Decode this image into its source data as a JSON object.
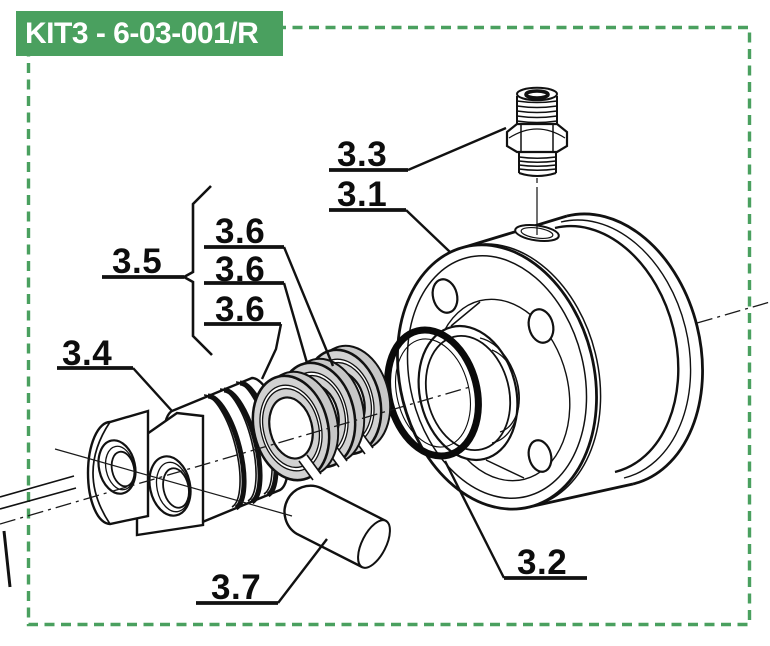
{
  "title_badge": {
    "text": "KIT3 - 6-03-001/R"
  },
  "colors": {
    "accent_green": "#4aa05f",
    "line_black": "#111111",
    "ring_gray": "#d2d2d2"
  },
  "part_labels": [
    {
      "text": "3.3"
    },
    {
      "text": "3.1"
    },
    {
      "text": "3.5"
    },
    {
      "text": "3.6"
    },
    {
      "text": "3.6"
    },
    {
      "text": "3.6"
    },
    {
      "text": "3.4"
    },
    {
      "text": "3.2"
    },
    {
      "text": "3.7"
    }
  ]
}
